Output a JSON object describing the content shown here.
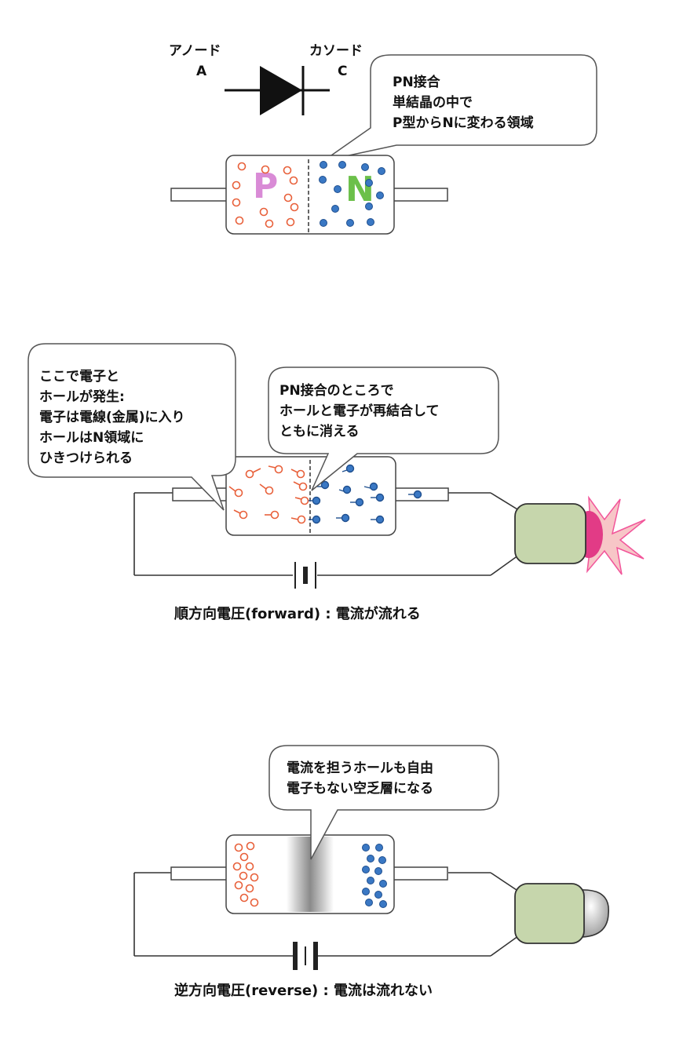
{
  "top": {
    "anode_label": "アノード",
    "anode_symbol": "A",
    "cathode_label": "カソード",
    "cathode_symbol": "C",
    "p_letter": "P",
    "n_letter": "N",
    "callout_lines": [
      "PN接合",
      "単結晶の中で",
      "P型からNに変わる領域"
    ]
  },
  "forward": {
    "left_callout_lines": [
      "ここで電子と",
      "ホールが発生:",
      "電子は電線(金属)に入り",
      "ホールはN領域に",
      "ひきつけられる"
    ],
    "right_callout_lines": [
      "PN接合のところで",
      "ホールと電子が再結合して",
      "ともに消える"
    ],
    "caption": "順方向電圧(forward) : 電流が流れる"
  },
  "reverse": {
    "callout_lines": [
      "電流を担うホールも自由",
      "電子もない空乏層になる"
    ],
    "caption": "逆方向電圧(reverse) : 電流は流れない"
  },
  "colors": {
    "hole": "#e8603a",
    "electron": "#3a78c4",
    "p_letter": "#d98bd6",
    "n_letter": "#6cc04a",
    "bulb_base": "#c6d6ac",
    "glow": "#f2559a"
  }
}
